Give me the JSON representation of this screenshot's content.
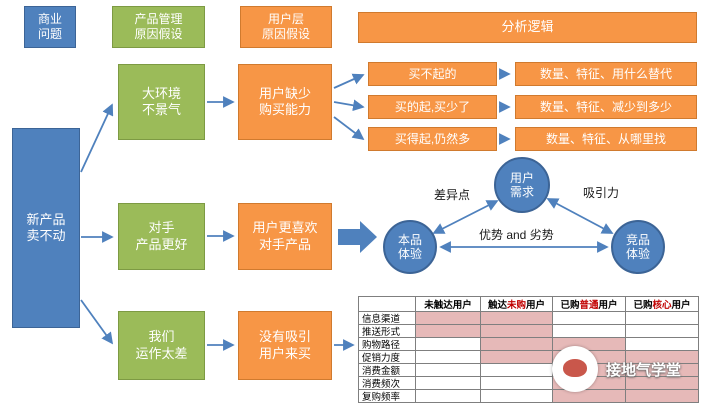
{
  "colors": {
    "blue": "#4f81bd",
    "green": "#9bbb59",
    "orange": "#f79646",
    "table_highlight": "#e6b9b8",
    "header_emphasis": "#c00000",
    "arrow": "#4f81bd"
  },
  "top_row": {
    "business_problem": "商业\n问题",
    "product_level_hypothesis": "产品管理\n原因假设",
    "user_level_hypothesis": "用户层\n原因假设",
    "analysis_logic": "分析逻辑"
  },
  "root": {
    "label": "新产品\n卖不动"
  },
  "branches": [
    {
      "cause": "大环境\n不景气",
      "user_reason": "用户缺少\n购买能力"
    },
    {
      "cause": "对手\n产品更好",
      "user_reason": "用户更喜欢\n对手产品"
    },
    {
      "cause": "我们\n运作太差",
      "user_reason": "没有吸引\n用户来买"
    }
  ],
  "segments": [
    {
      "case": "买不起的",
      "analysis": "数量、特征、用什么替代"
    },
    {
      "case": "买的起,买少了",
      "analysis": "数量、特征、减少到多少"
    },
    {
      "case": "买得起,仍然多",
      "analysis": "数量、特征、从哪里找"
    }
  ],
  "triangle": {
    "top": "用户\n需求",
    "left": "本品\n体验",
    "right": "竞品\n体验",
    "edge_left": "差异点",
    "edge_right": "吸引力",
    "edge_bottom": "优势 and 劣势"
  },
  "table": {
    "headers": [
      {
        "pre": "未触达用户",
        "em": "",
        "post": ""
      },
      {
        "pre": "触达",
        "em": "未购",
        "post": "用户"
      },
      {
        "pre": "已购",
        "em": "普通",
        "post": "用户"
      },
      {
        "pre": "已购",
        "em": "核心",
        "post": "用户"
      }
    ],
    "rows": [
      {
        "label": "信息渠道",
        "cells": [
          1,
          1,
          0,
          0
        ]
      },
      {
        "label": "推送形式",
        "cells": [
          1,
          1,
          0,
          0
        ]
      },
      {
        "label": "购物路径",
        "cells": [
          0,
          1,
          1,
          0
        ]
      },
      {
        "label": "促销力度",
        "cells": [
          0,
          1,
          1,
          1
        ]
      },
      {
        "label": "消费金额",
        "cells": [
          0,
          0,
          1,
          1
        ]
      },
      {
        "label": "消费频次",
        "cells": [
          0,
          0,
          1,
          1
        ]
      },
      {
        "label": "复购频率",
        "cells": [
          0,
          0,
          1,
          1
        ]
      }
    ]
  },
  "watermark": {
    "text": "接地气学堂"
  }
}
